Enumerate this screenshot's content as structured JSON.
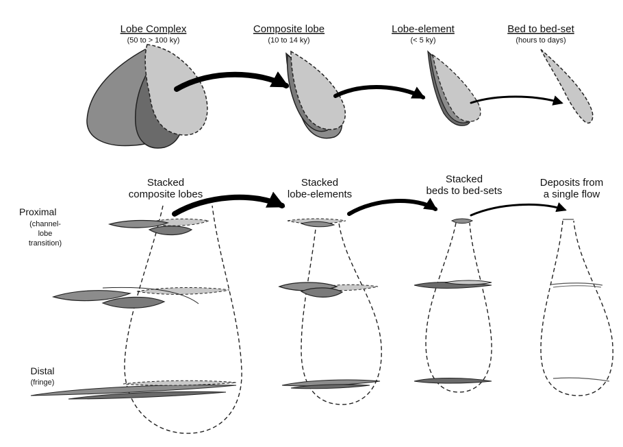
{
  "scales": [
    {
      "title": "Lobe Complex",
      "duration": "(50 to > 100 ky)"
    },
    {
      "title": "Composite lobe",
      "duration": "(10 to 14 ky)"
    },
    {
      "title": "Lobe-element",
      "duration": "(< 5 ky)"
    },
    {
      "title": "Bed to bed-set",
      "duration": "(hours to days)"
    }
  ],
  "sections": [
    {
      "line1": "Stacked",
      "line2": "composite lobes"
    },
    {
      "line1": "Stacked",
      "line2": "lobe-elements"
    },
    {
      "line1": "Stacked",
      "line2": "beds to bed-sets"
    },
    {
      "line1": "Deposits from",
      "line2": "a single flow"
    }
  ],
  "positions": {
    "proximal": {
      "label": "Proximal",
      "sub1": "(channel-",
      "sub2": "lobe",
      "sub3": "transition)"
    },
    "distal": {
      "label": "Distal",
      "sub1": "(fringe)"
    }
  },
  "colors": {
    "light": "#c8c8c8",
    "medium": "#8c8c8c",
    "dark": "#6a6a6a",
    "outline": "#222222",
    "arrow": "#000000"
  }
}
